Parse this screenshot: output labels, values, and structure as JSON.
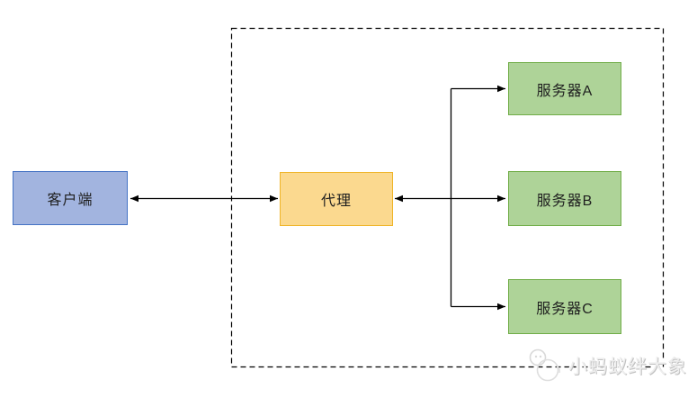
{
  "diagram": {
    "title": "",
    "connector_color": "#000000",
    "container": {
      "border_color": "#000000",
      "border_style": "dashed"
    },
    "nodes": {
      "client": {
        "label": "客户端",
        "fill": "#A2B4DF",
        "border": "#4472C4"
      },
      "proxy": {
        "label": "代理",
        "fill": "#FBD98F",
        "border": "#EFB428"
      },
      "server_a": {
        "label": "服务器A",
        "fill": "#AED398",
        "border": "#70AD47"
      },
      "server_b": {
        "label": "服务器B",
        "fill": "#AED398",
        "border": "#70AD47"
      },
      "server_c": {
        "label": "服务器C",
        "fill": "#AED398",
        "border": "#70AD47"
      }
    },
    "watermark": {
      "text": "小蚂蚁绊大象",
      "color": "#eeeeee"
    }
  }
}
